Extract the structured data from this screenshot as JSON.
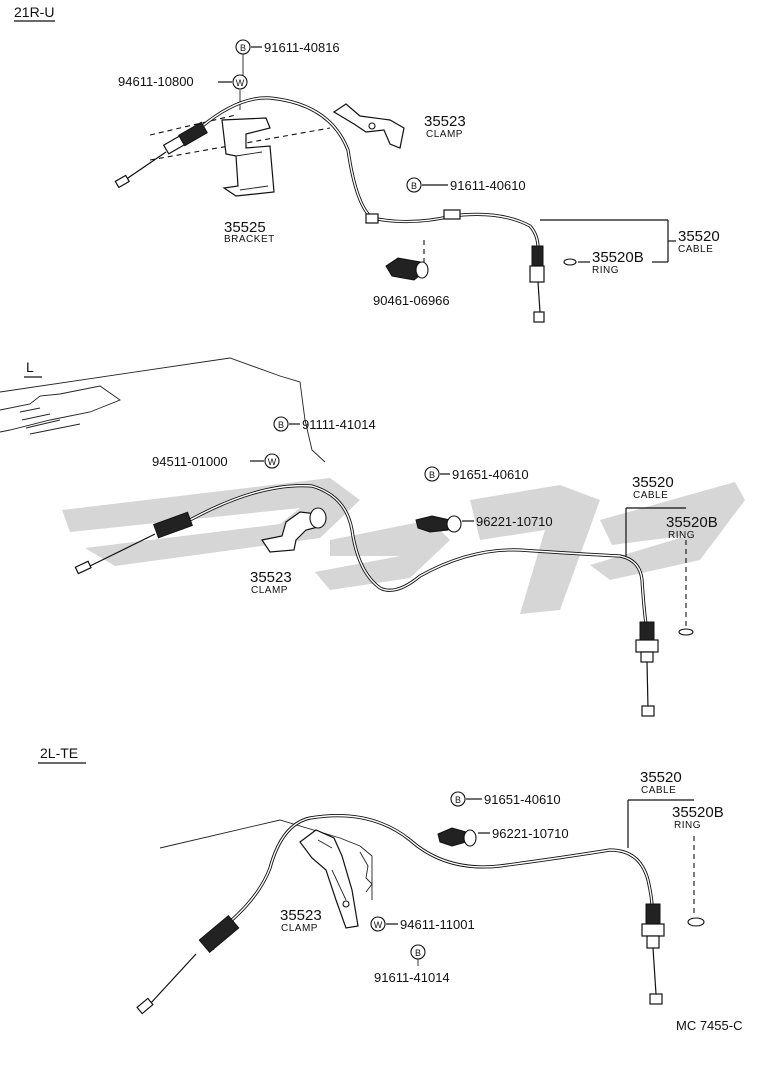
{
  "sections": {
    "s1": "21R-U",
    "s2": "L",
    "s3": "2L-TE"
  },
  "symbols": {
    "bolt": "B",
    "washer": "W"
  },
  "top": {
    "bolt1": "91611-40816",
    "washer1": "94611-10800",
    "clamp_no": "35523",
    "clamp_lbl": "CLAMP",
    "bolt2": "91611-40610",
    "bracket_no": "35525",
    "bracket_lbl": "BRACKET",
    "cable_no": "35520",
    "cable_lbl": "CABLE",
    "ring_no": "35520B",
    "ring_lbl": "RING",
    "part_nut": "90461-06966"
  },
  "mid": {
    "bolt1": "91111-41014",
    "washer1": "94511-01000",
    "bolt2": "91651-40610",
    "grommet": "96221-10710",
    "clamp_no": "35523",
    "clamp_lbl": "CLAMP",
    "cable_no": "35520",
    "cable_lbl": "CABLE",
    "ring_no": "35520B",
    "ring_lbl": "RING"
  },
  "bot": {
    "cable_no": "35520",
    "cable_lbl": "CABLE",
    "ring_no": "35520B",
    "ring_lbl": "RING",
    "bolt1": "91651-40610",
    "grommet": "96221-10710",
    "clamp_no": "35523",
    "clamp_lbl": "CLAMP",
    "washer1": "94611-11001",
    "bolt2": "91611-41014"
  },
  "footer": {
    "code": "MC  7455-C"
  },
  "colors": {
    "ink": "#111111",
    "watermark": "#cfcfcf",
    "paper": "#ffffff"
  }
}
